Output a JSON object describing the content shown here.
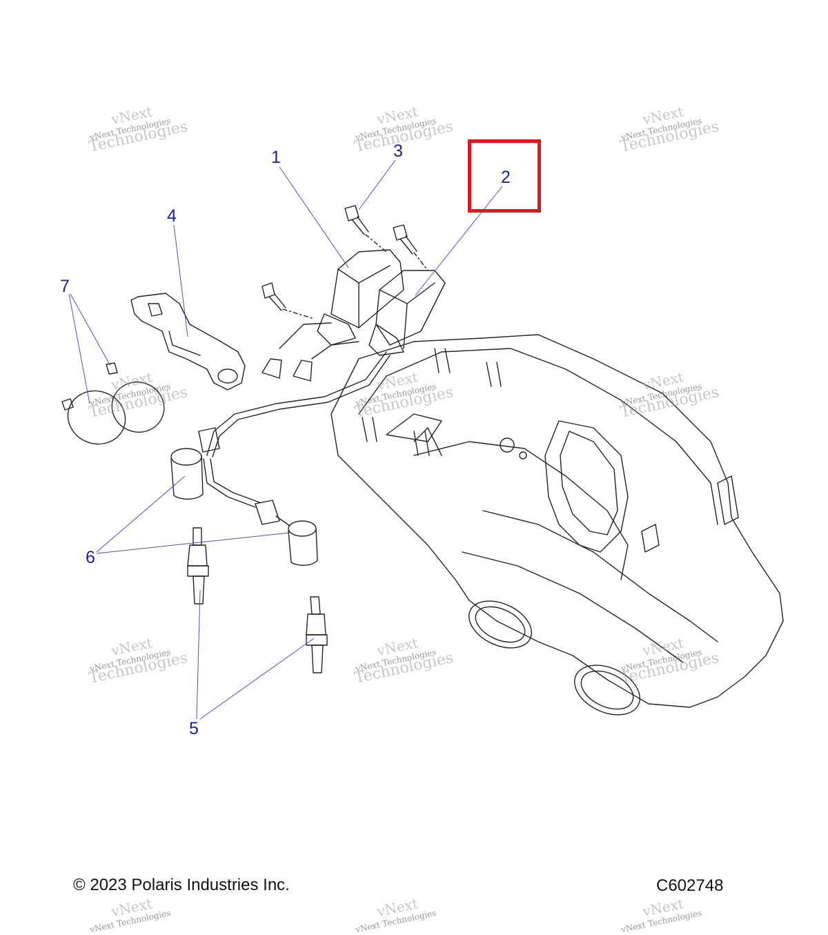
{
  "callouts": {
    "c1": "1",
    "c2": "2",
    "c3": "3",
    "c4": "4",
    "c5": "5",
    "c6": "6",
    "c7": "7"
  },
  "footer": {
    "copyright": "© 2023 Polaris Industries Inc.",
    "figure_code": "C602748"
  },
  "watermark": {
    "line_big": "vNext",
    "line_small": "vNext Technologies",
    "line_large": "Technologies"
  },
  "colors": {
    "callout": "#1c1ca8",
    "highlight": "#e0161c",
    "linework": "#222222"
  }
}
